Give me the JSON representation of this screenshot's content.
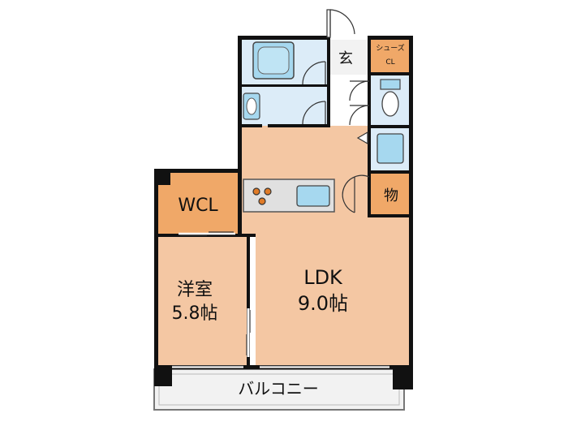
{
  "rooms": {
    "ldk_name": "LDK",
    "ldk_size": "9.0帖",
    "western_name": "洋室",
    "western_size": "5.8帖",
    "wcl": "WCL",
    "storage": "物",
    "entrance": "玄",
    "shoes_line1": "シューズ",
    "shoes_line2": "CL",
    "balcony": "バルコニー"
  },
  "colors": {
    "ldk": "#f4c7a3",
    "western": "#f4c7a3",
    "storage_orange": "#f0a868",
    "wet_area": "#dcecf8",
    "fixture_blue": "#a6d8ef",
    "wall": "#111111",
    "balcony": "#f2f2f2"
  }
}
